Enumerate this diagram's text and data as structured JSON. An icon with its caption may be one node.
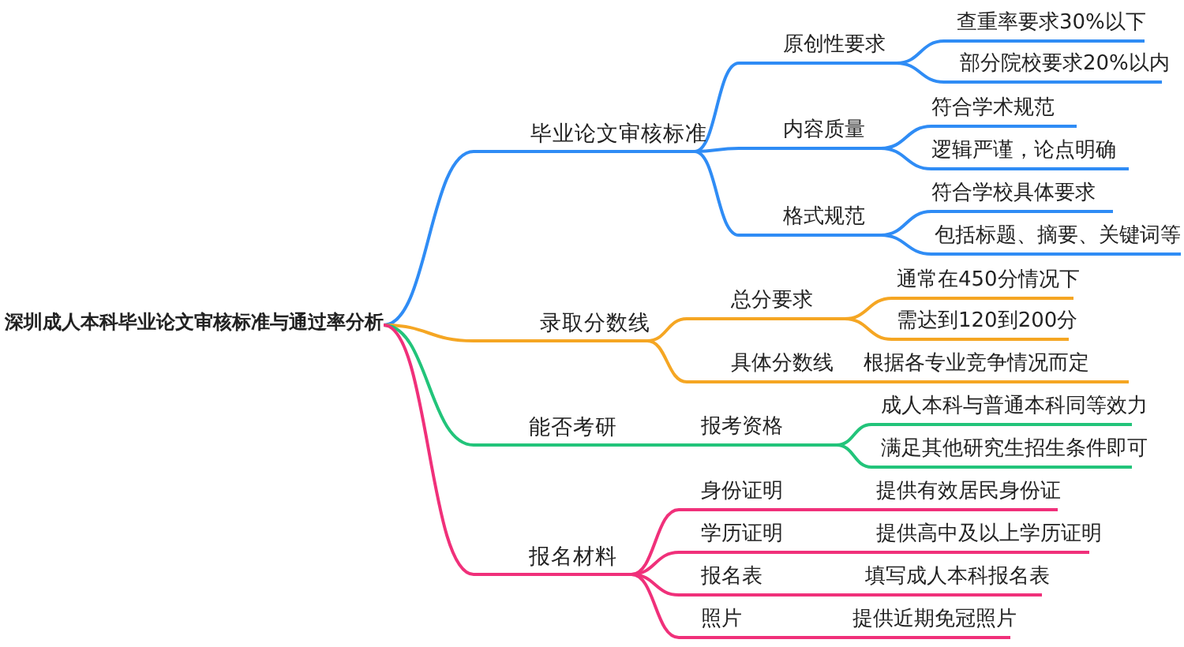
{
  "diagram": {
    "nodes": [
      {
        "text": [
          "深圳成人本科毕业论文审核标准与通过率分析"
        ]
      },
      {
        "text": [
          "毕业论文审核标准"
        ]
      },
      {
        "text": [
          "原创性要求"
        ]
      },
      {
        "text": [
          "查重率要求30%以下"
        ]
      },
      {
        "text": [
          "部分院校要求20%以内"
        ]
      },
      {
        "text": [
          "内容质量"
        ]
      },
      {
        "text": [
          "符合学术规范"
        ]
      },
      {
        "text": [
          "逻辑严谨，论点明确"
        ]
      },
      {
        "text": [
          "格式规范"
        ]
      },
      {
        "text": [
          "符合学校具体要求"
        ]
      },
      {
        "text": [
          "包括标题、摘要、关键词等"
        ]
      },
      {
        "text": [
          "录取分数线"
        ]
      },
      {
        "text": [
          "总分要求"
        ]
      },
      {
        "text": [
          "通常在450分情况下"
        ]
      },
      {
        "text": [
          "需达到120到200分"
        ]
      },
      {
        "text": [
          "具体分数线"
        ]
      },
      {
        "text": [
          "根据各专业竞争情况而定"
        ]
      },
      {
        "text": [
          "能否考研"
        ]
      },
      {
        "text": [
          "报考资格"
        ]
      },
      {
        "text": [
          "成人本科与普通本科同等效力"
        ]
      },
      {
        "text": [
          "满足其他研究生招生条件即可"
        ]
      },
      {
        "text": [
          "报名材料"
        ]
      },
      {
        "text": [
          "身份证明"
        ]
      },
      {
        "text": [
          "提供有效居民身份证"
        ]
      },
      {
        "text": [
          "学历证明"
        ]
      },
      {
        "text": [
          "提供高中及以上学历证明"
        ]
      },
      {
        "text": [
          "报名表"
        ]
      },
      {
        "text": [
          "填写成人本科报名表"
        ]
      },
      {
        "text": [
          "照片"
        ]
      },
      {
        "text": [
          "提供近期免冠照片"
        ]
      }
    ],
    "edges": [
      {
        "from": 0,
        "to": 1,
        "arrow": "none",
        "color": "#2f8cf5"
      },
      {
        "from": 1,
        "to": 2,
        "arrow": "none",
        "color": "#2f8cf5"
      },
      {
        "from": 2,
        "to": 3,
        "arrow": "none",
        "color": "#2f8cf5"
      },
      {
        "from": 2,
        "to": 4,
        "arrow": "none",
        "color": "#2f8cf5"
      },
      {
        "from": 1,
        "to": 5,
        "arrow": "none",
        "color": "#2f8cf5"
      },
      {
        "from": 5,
        "to": 6,
        "arrow": "none",
        "color": "#2f8cf5"
      },
      {
        "from": 5,
        "to": 7,
        "arrow": "none",
        "color": "#2f8cf5"
      },
      {
        "from": 1,
        "to": 8,
        "arrow": "none",
        "color": "#2f8cf5"
      },
      {
        "from": 8,
        "to": 9,
        "arrow": "none",
        "color": "#2f8cf5"
      },
      {
        "from": 8,
        "to": 10,
        "arrow": "none",
        "color": "#2f8cf5"
      },
      {
        "from": 0,
        "to": 11,
        "arrow": "none",
        "color": "#f5a623"
      },
      {
        "from": 11,
        "to": 12,
        "arrow": "none",
        "color": "#f5a623"
      },
      {
        "from": 12,
        "to": 13,
        "arrow": "none",
        "color": "#f5a623"
      },
      {
        "from": 12,
        "to": 14,
        "arrow": "none",
        "color": "#f5a623"
      },
      {
        "from": 11,
        "to": 15,
        "arrow": "none",
        "color": "#f5a623"
      },
      {
        "from": 15,
        "to": 16,
        "arrow": "none",
        "color": "#f5a623"
      },
      {
        "from": 0,
        "to": 17,
        "arrow": "none",
        "color": "#22c47a"
      },
      {
        "from": 17,
        "to": 18,
        "arrow": "none",
        "color": "#22c47a"
      },
      {
        "from": 18,
        "to": 19,
        "arrow": "none",
        "color": "#22c47a"
      },
      {
        "from": 18,
        "to": 20,
        "arrow": "none",
        "color": "#22c47a"
      },
      {
        "from": 0,
        "to": 21,
        "arrow": "none",
        "color": "#f0307a"
      },
      {
        "from": 21,
        "to": 22,
        "arrow": "none",
        "color": "#f0307a"
      },
      {
        "from": 22,
        "to": 23,
        "arrow": "none",
        "color": "#f0307a"
      },
      {
        "from": 21,
        "to": 24,
        "arrow": "none",
        "color": "#f0307a"
      },
      {
        "from": 24,
        "to": 25,
        "arrow": "none",
        "color": "#f0307a"
      },
      {
        "from": 21,
        "to": 26,
        "arrow": "none",
        "color": "#f0307a"
      },
      {
        "from": 26,
        "to": 27,
        "arrow": "none",
        "color": "#f0307a"
      },
      {
        "from": 21,
        "to": 28,
        "arrow": "none",
        "color": "#f0307a"
      },
      {
        "from": 28,
        "to": 29,
        "arrow": "none",
        "color": "#f0307a"
      }
    ]
  }
}
